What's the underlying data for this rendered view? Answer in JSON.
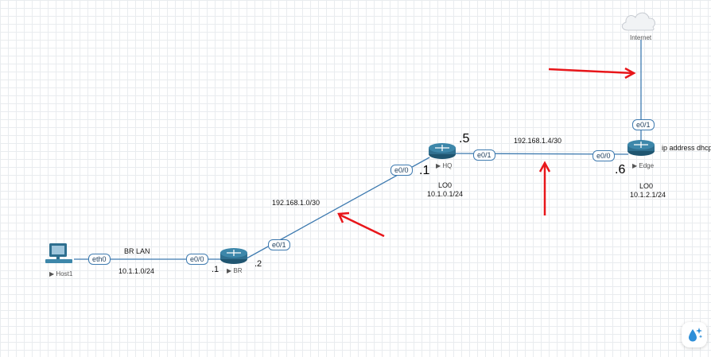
{
  "nodes": {
    "internet": {
      "label": "Internet",
      "icon": "cloud-icon"
    },
    "edge": {
      "label": "Edge",
      "icon": "router-icon"
    },
    "hq": {
      "label": "HQ",
      "icon": "router-icon"
    },
    "br": {
      "label": "BR",
      "icon": "router-icon"
    },
    "host1": {
      "label": "Host1",
      "icon": "computer-icon"
    }
  },
  "node_marker": "▶",
  "interfaces": {
    "edge_internet": "e0/1",
    "edge_hq": "e0/0",
    "hq_edge": "e0/1",
    "hq_br": "e0/0",
    "br_hq": "e0/1",
    "br_lan": "e0/0",
    "host_eth": "eth0"
  },
  "annotations": {
    "edge_cmd": "ip address dhcp",
    "edge_addr": ".6",
    "edge_lo_name": "LO0",
    "edge_lo_net": "10.1.2.1/24",
    "hq_addr_edge": ".5",
    "hq_addr_br": ".1",
    "hq_lo_name": "LO0",
    "hq_lo_net": "10.1.0.1/24",
    "subnet_hq_edge": "192.168.1.4/30",
    "subnet_br_hq": "192.168.1.0/30",
    "br_addr_hq": ".2",
    "br_addr_lan": ".1",
    "lan_name": "BR LAN",
    "lan_net": "10.1.1.0/24"
  },
  "colors": {
    "link": "#3f7bb0",
    "router": "#2f6f8f",
    "arrow": "#e8161a"
  },
  "widget_icon": "water-drop-sparkle-icon"
}
